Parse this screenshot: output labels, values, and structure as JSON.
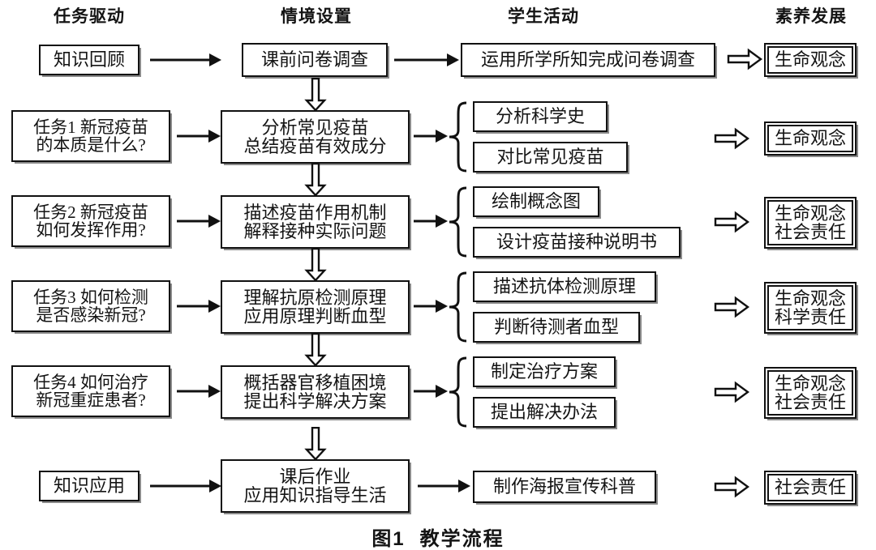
{
  "figure": {
    "caption_label": "图1",
    "caption_title": "教学流程"
  },
  "columns": [
    {
      "key": "task_driven",
      "label": "任务驱动"
    },
    {
      "key": "context_setup",
      "label": "情境设置"
    },
    {
      "key": "student_act",
      "label": "学生活动"
    },
    {
      "key": "competency",
      "label": "素养发展"
    }
  ],
  "rows": [
    {
      "id": "row-review",
      "left": {
        "lines": [
          "知识回顾"
        ]
      },
      "middle": {
        "lines": [
          "课前问卷调查"
        ]
      },
      "activities": [
        {
          "lines": [
            "运用所学所知完成问卷调查"
          ]
        }
      ],
      "right": {
        "lines": [
          "生命观念"
        ]
      },
      "brace": false
    },
    {
      "id": "row-task1",
      "left": {
        "lines": [
          "任务1 新冠疫苗",
          "的本质是什么?"
        ]
      },
      "middle": {
        "lines": [
          "分析常见疫苗",
          "总结疫苗有效成分"
        ]
      },
      "activities": [
        {
          "lines": [
            "分析科学史"
          ]
        },
        {
          "lines": [
            "对比常见疫苗"
          ]
        }
      ],
      "right": {
        "lines": [
          "生命观念"
        ]
      },
      "brace": true
    },
    {
      "id": "row-task2",
      "left": {
        "lines": [
          "任务2 新冠疫苗",
          "如何发挥作用?"
        ]
      },
      "middle": {
        "lines": [
          "描述疫苗作用机制",
          "解释接种实际问题"
        ]
      },
      "activities": [
        {
          "lines": [
            "绘制概念图"
          ]
        },
        {
          "lines": [
            "设计疫苗接种说明书"
          ]
        }
      ],
      "right": {
        "lines": [
          "生命观念",
          "社会责任"
        ]
      },
      "brace": true
    },
    {
      "id": "row-task3",
      "left": {
        "lines": [
          "任务3 如何检测",
          "是否感染新冠?"
        ]
      },
      "middle": {
        "lines": [
          "理解抗原检测原理",
          "应用原理判断血型"
        ]
      },
      "activities": [
        {
          "lines": [
            "描述抗体检测原理"
          ]
        },
        {
          "lines": [
            "判断待测者血型"
          ]
        }
      ],
      "right": {
        "lines": [
          "生命观念",
          "科学责任"
        ]
      },
      "brace": true
    },
    {
      "id": "row-task4",
      "left": {
        "lines": [
          "任务4 如何治疗",
          "新冠重症患者?"
        ]
      },
      "middle": {
        "lines": [
          "概括器官移植困境",
          "提出科学解决方案"
        ]
      },
      "activities": [
        {
          "lines": [
            "制定治疗方案"
          ]
        },
        {
          "lines": [
            "提出解决办法"
          ]
        }
      ],
      "right": {
        "lines": [
          "生命观念",
          "社会责任"
        ]
      },
      "brace": true
    },
    {
      "id": "row-apply",
      "left": {
        "lines": [
          "知识应用"
        ]
      },
      "middle": {
        "lines": [
          "课后作业",
          "应用知识指导生活"
        ]
      },
      "activities": [
        {
          "lines": [
            "制作海报宣传科普"
          ]
        }
      ],
      "right": {
        "lines": [
          "社会责任"
        ]
      },
      "brace": false
    }
  ],
  "icons": {
    "solid_arrow_right": "solid-arrow-right-icon",
    "hollow_arrow_right": "hollow-arrow-right-icon",
    "hollow_arrow_down": "hollow-arrow-down-icon",
    "brace": "curly-brace-icon"
  },
  "colors": {
    "stroke": "#111111",
    "background": "#ffffff",
    "shadow": "#8a8a8a"
  }
}
